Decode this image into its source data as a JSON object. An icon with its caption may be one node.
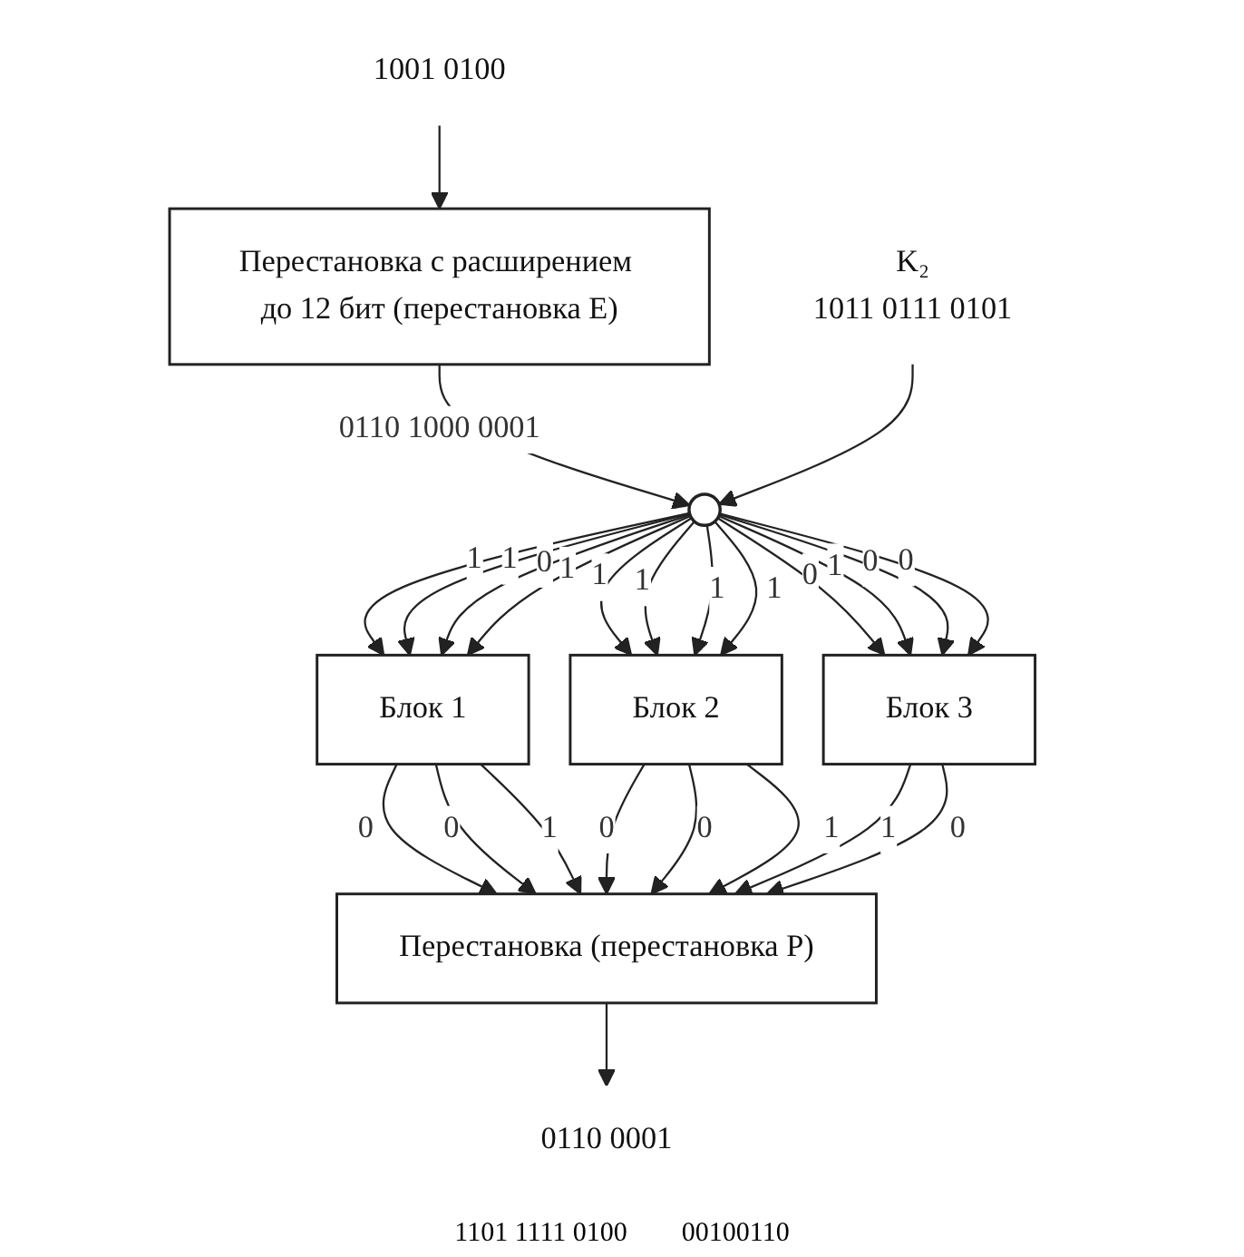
{
  "diagram": {
    "nodes": [
      {
        "text": [
          "1001 0100"
        ]
      },
      {
        "text": [
          "Перестановка с расширением до 12 бит (перестановка E)"
        ]
      },
      {
        "text": [],
        "shape": "circle"
      },
      {
        "text": [
          "K₂",
          "1011 0111 0101"
        ]
      },
      {
        "text": [
          "Блок 1"
        ]
      },
      {
        "text": [
          "Блок 2"
        ]
      },
      {
        "text": [
          "Блок 3"
        ]
      },
      {
        "text": [
          "Перестановка (перестановка P)"
        ]
      },
      {
        "text": [
          "0110 0001"
        ]
      }
    ],
    "edges": [
      {
        "from": 0,
        "to": 1,
        "arrow": "to"
      },
      {
        "from": 1,
        "to": 2,
        "arrow": "to",
        "label": "0110 1000 0001"
      },
      {
        "from": 3,
        "to": 2,
        "arrow": "to"
      },
      {
        "from": 2,
        "to": 4,
        "arrow": "to",
        "label": "1"
      },
      {
        "from": 2,
        "to": 4,
        "arrow": "to",
        "label": "1"
      },
      {
        "from": 2,
        "to": 4,
        "arrow": "to",
        "label": "0"
      },
      {
        "from": 2,
        "to": 4,
        "arrow": "to",
        "label": "1"
      },
      {
        "from": 2,
        "to": 5,
        "arrow": "to",
        "label": "1"
      },
      {
        "from": 2,
        "to": 5,
        "arrow": "to",
        "label": "1"
      },
      {
        "from": 2,
        "to": 5,
        "arrow": "to",
        "label": "1"
      },
      {
        "from": 2,
        "to": 5,
        "arrow": "to",
        "label": "1"
      },
      {
        "from": 2,
        "to": 6,
        "arrow": "to",
        "label": "0"
      },
      {
        "from": 2,
        "to": 6,
        "arrow": "to",
        "label": "1"
      },
      {
        "from": 2,
        "to": 6,
        "arrow": "to",
        "label": "0"
      },
      {
        "from": 2,
        "to": 6,
        "arrow": "to",
        "label": "0"
      },
      {
        "from": 4,
        "to": 7,
        "arrow": "to",
        "label": "0"
      },
      {
        "from": 4,
        "to": 7,
        "arrow": "to",
        "label": "0"
      },
      {
        "from": 4,
        "to": 7,
        "arrow": "to",
        "label": "1"
      },
      {
        "from": 5,
        "to": 7,
        "arrow": "to",
        "label": "0"
      },
      {
        "from": 5,
        "to": 7,
        "arrow": "to",
        "label": "0"
      },
      {
        "from": 5,
        "to": 7,
        "arrow": "to",
        "label": "1"
      },
      {
        "from": 6,
        "to": 7,
        "arrow": "to",
        "label": "1"
      },
      {
        "from": 6,
        "to": 7,
        "arrow": "to",
        "label": "0"
      },
      {
        "from": 7,
        "to": 8,
        "arrow": "to"
      }
    ],
    "labels": [
      "1101 1111 0100",
      "00100110"
    ]
  }
}
